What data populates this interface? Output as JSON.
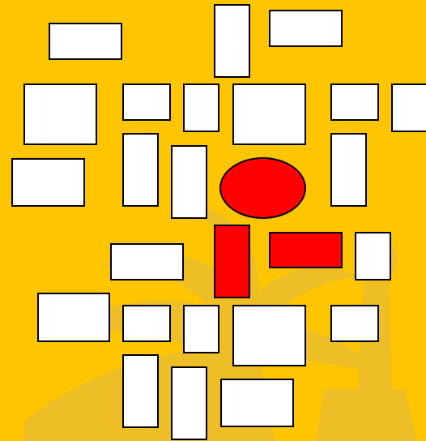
{
  "colors": {
    "background": "#FFC600",
    "watermark": "#EDBE26",
    "box_fill": "#FFFFFF",
    "highlight_fill": "#FF0000",
    "outline": "#000000"
  },
  "shapes": [
    {
      "kind": "rect",
      "state": "plain"
    },
    {
      "kind": "rect",
      "state": "plain"
    },
    {
      "kind": "rect",
      "state": "plain"
    },
    {
      "kind": "rect",
      "state": "plain"
    },
    {
      "kind": "rect",
      "state": "plain"
    },
    {
      "kind": "rect",
      "state": "plain"
    },
    {
      "kind": "rect",
      "state": "plain"
    },
    {
      "kind": "rect",
      "state": "plain"
    },
    {
      "kind": "rect",
      "state": "plain"
    },
    {
      "kind": "rect",
      "state": "plain"
    },
    {
      "kind": "rect",
      "state": "plain"
    },
    {
      "kind": "rect",
      "state": "plain"
    },
    {
      "kind": "rect",
      "state": "plain"
    },
    {
      "kind": "ellipse",
      "state": "highlighted"
    },
    {
      "kind": "rect",
      "state": "plain"
    },
    {
      "kind": "rect",
      "state": "plain"
    },
    {
      "kind": "rect",
      "state": "highlighted"
    },
    {
      "kind": "rect",
      "state": "highlighted"
    },
    {
      "kind": "rect",
      "state": "plain"
    },
    {
      "kind": "rect",
      "state": "plain"
    },
    {
      "kind": "rect",
      "state": "plain"
    },
    {
      "kind": "rect",
      "state": "plain"
    },
    {
      "kind": "rect",
      "state": "plain"
    },
    {
      "kind": "rect",
      "state": "plain"
    },
    {
      "kind": "rect",
      "state": "plain"
    },
    {
      "kind": "rect",
      "state": "plain"
    },
    {
      "kind": "rect",
      "state": "plain"
    }
  ]
}
